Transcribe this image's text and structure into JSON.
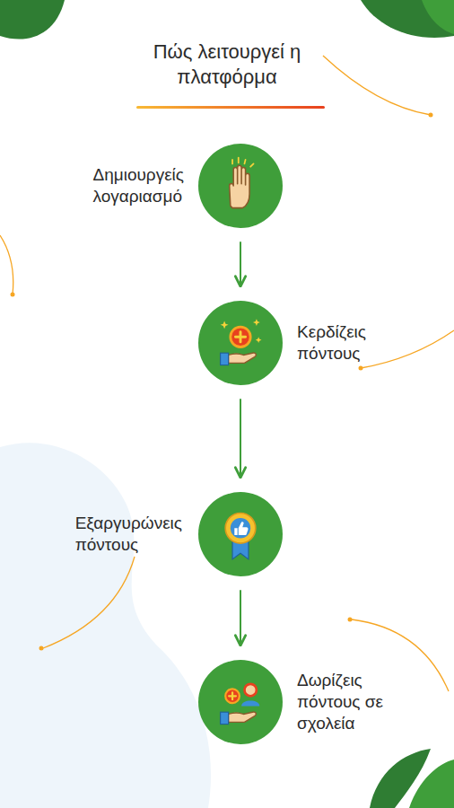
{
  "diagram": {
    "title": "Πώς λειτουργεί η πλατφόρμα",
    "nodes": [
      {
        "text": [
          "Δημιουργείς λογαριασμό"
        ]
      },
      {
        "text": [
          "Κερδίζεις πόντους"
        ]
      },
      {
        "text": [
          "Εξαργυρώνεις πόντους"
        ]
      },
      {
        "text": [
          "Δωρίζεις πόντους σε σχολεία"
        ]
      }
    ],
    "edges": [
      {
        "from": 0,
        "to": 1,
        "arrow": "to"
      },
      {
        "from": 1,
        "to": 2,
        "arrow": "to"
      },
      {
        "from": 2,
        "to": 3,
        "arrow": "to"
      }
    ]
  }
}
